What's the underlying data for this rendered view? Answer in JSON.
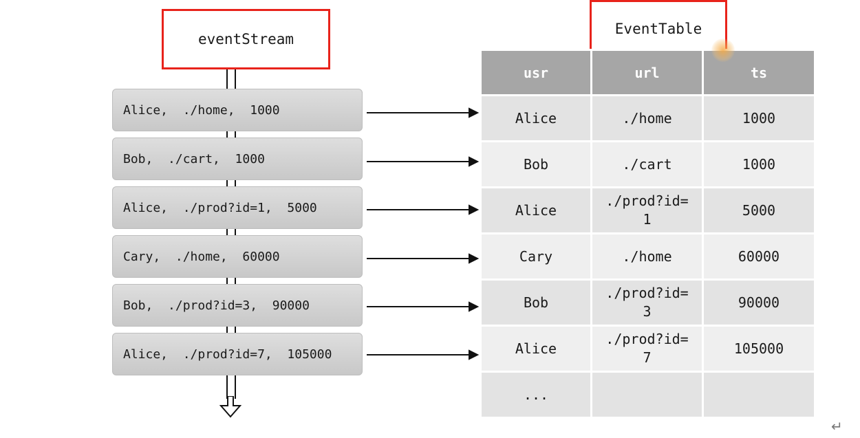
{
  "stream_title": "eventStream",
  "table_title": "EventTable",
  "events": [
    "Alice,  ./home,  1000",
    "Bob,  ./cart,  1000",
    "Alice,  ./prod?id=1,  5000",
    "Cary,  ./home,  60000",
    "Bob,  ./prod?id=3,  90000",
    "Alice,  ./prod?id=7,  105000"
  ],
  "table": {
    "headers": [
      "usr",
      "url",
      "ts"
    ],
    "rows": [
      [
        "Alice",
        "./home",
        "1000"
      ],
      [
        "Bob",
        "./cart",
        "1000"
      ],
      [
        "Alice",
        "./prod?id=\n1",
        "5000"
      ],
      [
        "Cary",
        "./home",
        "60000"
      ],
      [
        "Bob",
        "./prod?id=\n3",
        "90000"
      ],
      [
        "Alice",
        "./prod?id=\n7",
        "105000"
      ],
      [
        "...",
        "",
        ""
      ]
    ]
  },
  "return_glyph": "↵",
  "colors": {
    "highlight_border": "#e8231b",
    "header_bg": "#a6a6a6"
  }
}
